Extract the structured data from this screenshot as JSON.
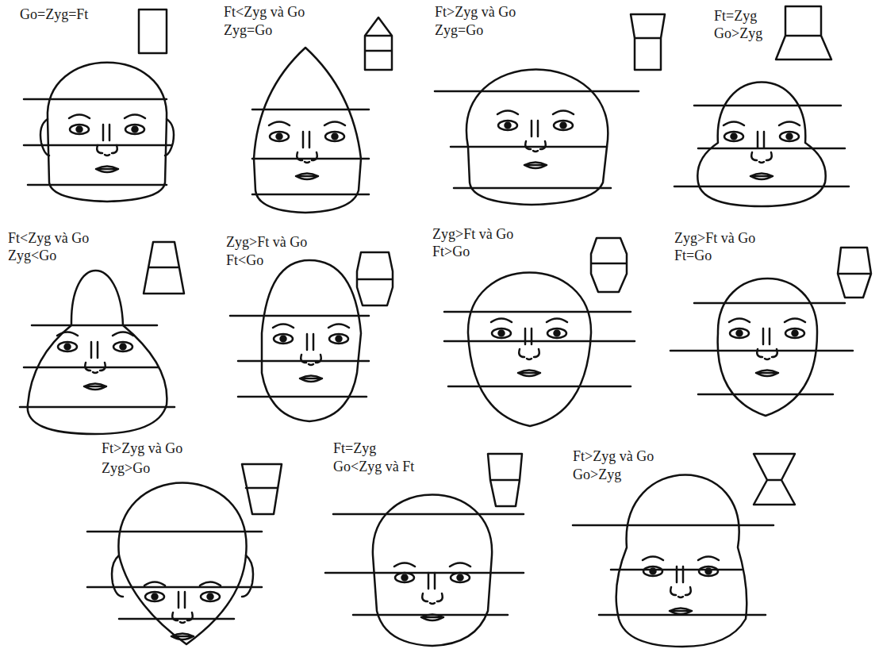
{
  "diagram": {
    "labels": [
      "Go=Zyg=Ft",
      "Ft<Zyg và Go",
      "Zyg=Go",
      "Ft>Zyg và Go",
      "Zyg=Go",
      "Ft=Zyg",
      "Go>Zyg",
      "Ft<Zyg và Go",
      "Zyg<Go",
      "Zyg>Ft và Go",
      "Ft<Go",
      "Zyg>Ft và Go",
      "Ft>Go",
      "Zyg>Ft và Go",
      "Ft=Go",
      "Ft>Zyg và Go",
      "Zyg>Go",
      "Ft=Zyg",
      "Go<Zyg và Ft",
      "Ft>Zyg và Go",
      "Go>Zyg"
    ]
  }
}
